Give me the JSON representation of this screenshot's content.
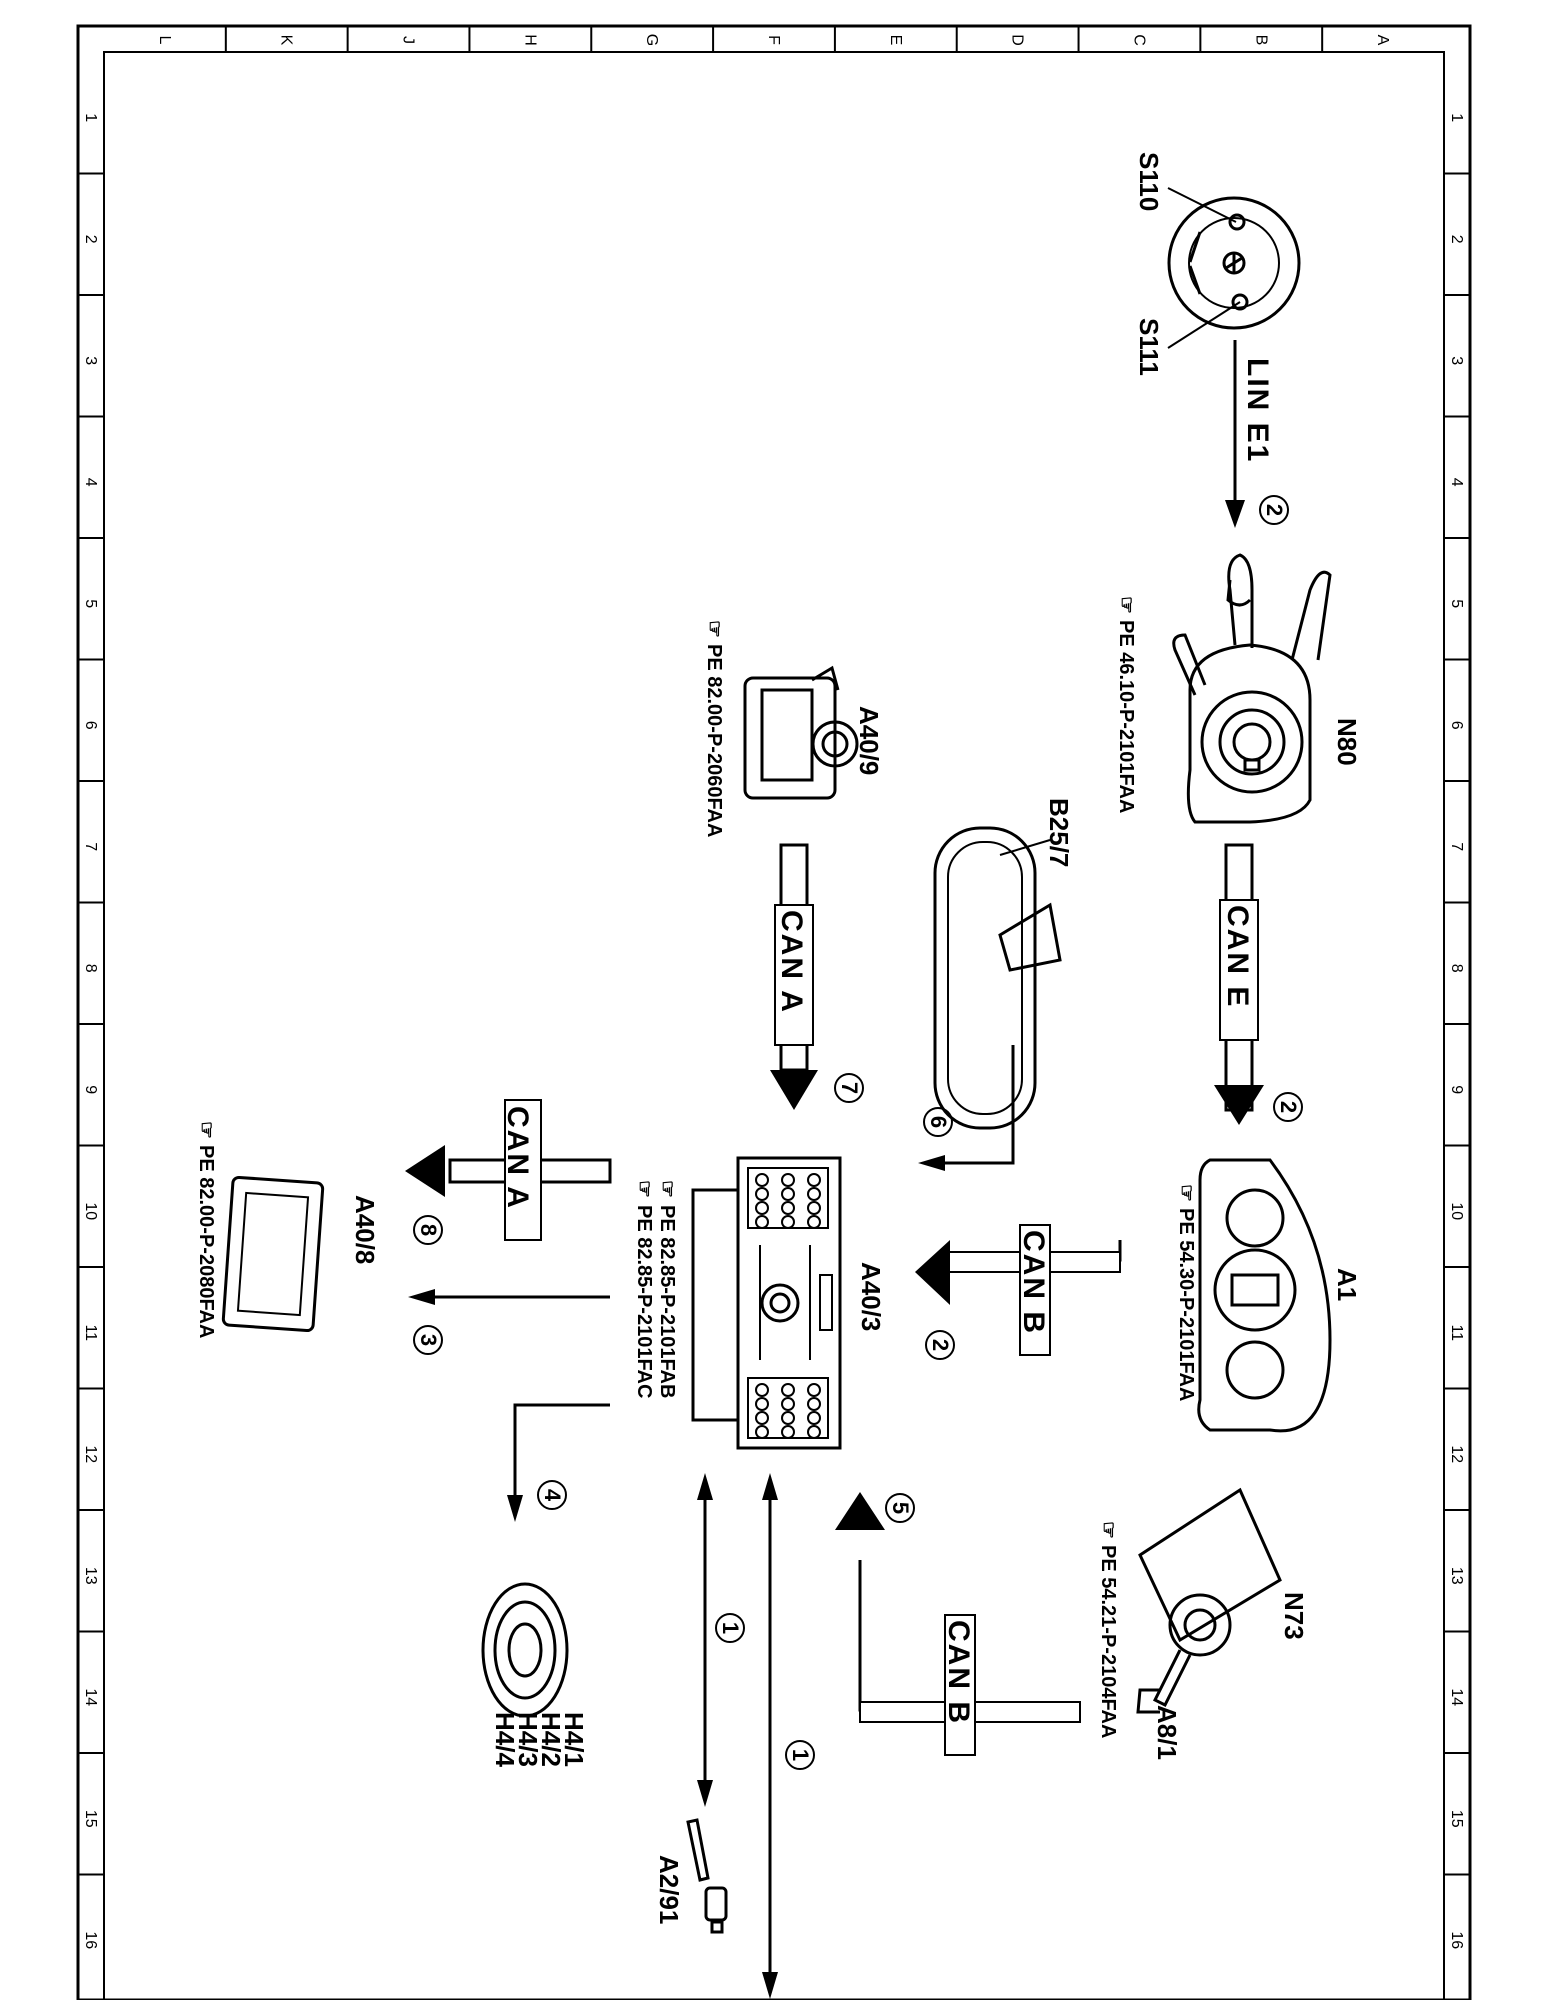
{
  "frame": {
    "letters": [
      "L",
      "K",
      "J",
      "H",
      "G",
      "F",
      "E",
      "D",
      "C",
      "B",
      "A"
    ],
    "numbers": [
      "1",
      "2",
      "3",
      "4",
      "5",
      "6",
      "7",
      "8",
      "9",
      "10",
      "11",
      "12",
      "13",
      "14",
      "15",
      "16"
    ]
  },
  "components": {
    "s110": "S110",
    "s111": "S111",
    "n80": "N80",
    "b25_7": "B25/7",
    "a40_9": "A40/9",
    "a1": "A1",
    "a40_3": "A40/3",
    "a40_8": "A40/8",
    "n73": "N73",
    "a8_1": "A8/1",
    "a2_91": "A2/91",
    "h4": [
      "H4/1",
      "H4/2",
      "H4/3",
      "H4/4"
    ]
  },
  "references": {
    "n80": "PE 46.10-P-2101FAA",
    "a40_9": "PE 82.00-P-2060FAA",
    "a1": "PE 54.30-P-2101FAA",
    "a40_3_1": "PE 82.85-P-2101FAB",
    "a40_3_2": "PE 82.85-P-2101FAC",
    "a40_8": "PE 82.00-P-2080FAA",
    "n73": "PE 54.21-P-2104FAA"
  },
  "buses": {
    "lin": "LIN E1",
    "can_e": "CAN E",
    "can_a": "CAN A",
    "can_b": "CAN B"
  },
  "step_markers": {
    "lin_e1": "2",
    "can_e": "2",
    "can_b_a1": "2",
    "b25_7": "6",
    "a40_9": "7",
    "a40_8_can": "8",
    "a40_8_direct": "3",
    "speakers": "4",
    "n73": "5",
    "antenna_1": "1",
    "antenna_2": "1"
  }
}
